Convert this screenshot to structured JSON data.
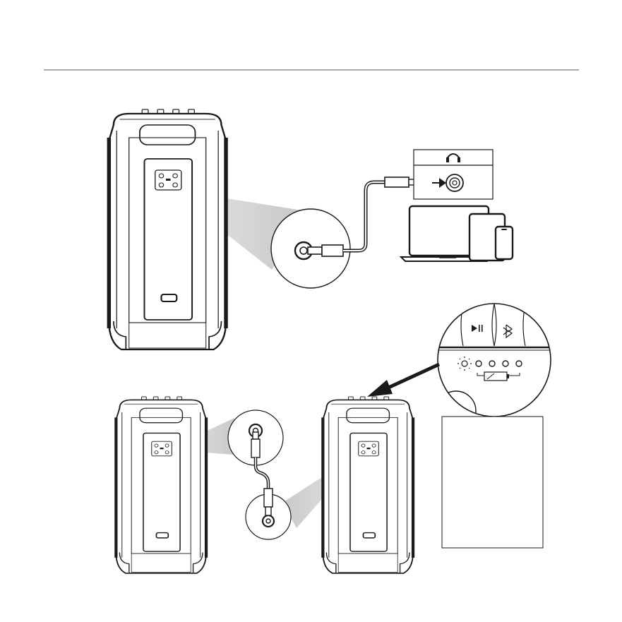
{
  "colors": {
    "ink": "#1a1a1a",
    "outline": "#2b2b2b",
    "beam": "#d9d9d9",
    "paper": "#ffffff"
  },
  "header": {
    "rule": true
  },
  "speakers": [
    {
      "name": "speaker-main",
      "view": "rear"
    },
    {
      "name": "speaker-left",
      "view": "rear"
    },
    {
      "name": "speaker-right",
      "view": "rear"
    }
  ],
  "top_panel_zoom": {
    "icons": [
      "play-pause-icon",
      "bluetooth-icon",
      "light-icon",
      "battery-icon"
    ],
    "led_count": 4
  },
  "devices": [
    "headphone-jack-panel",
    "laptop-icon",
    "tablet-icon",
    "phone-icon"
  ],
  "text_box": {
    "content": ""
  }
}
